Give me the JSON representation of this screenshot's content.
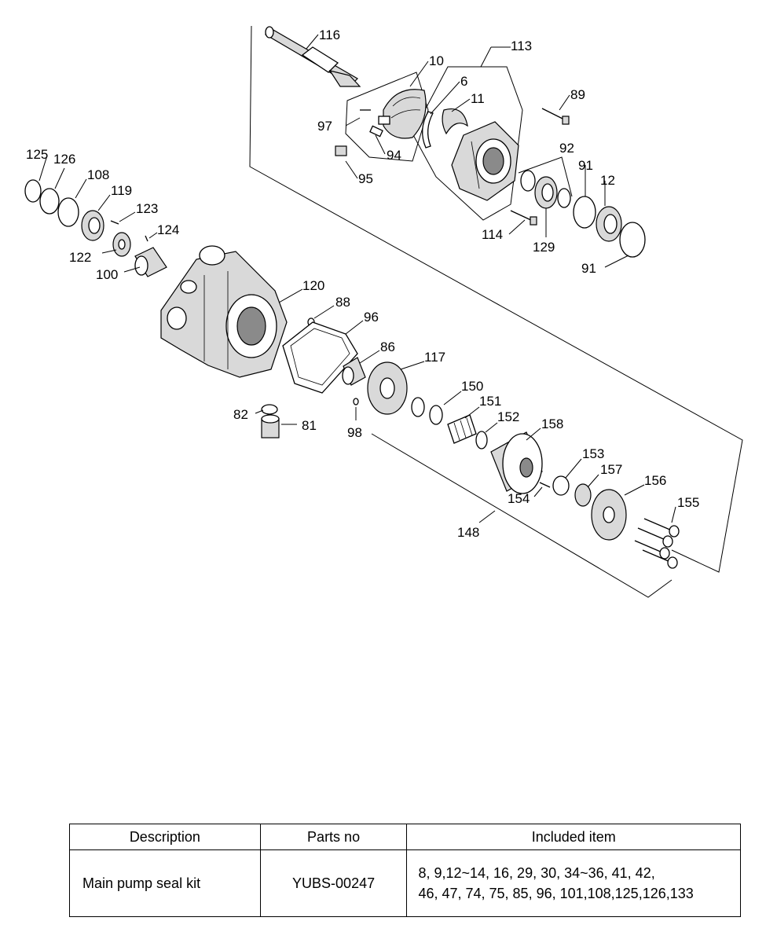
{
  "diagram": {
    "callouts": [
      {
        "id": "c116",
        "label": "116"
      },
      {
        "id": "c10",
        "label": "10"
      },
      {
        "id": "c113",
        "label": "113"
      },
      {
        "id": "c6",
        "label": "6"
      },
      {
        "id": "c11",
        "label": "11"
      },
      {
        "id": "c89",
        "label": "89"
      },
      {
        "id": "c97",
        "label": "97"
      },
      {
        "id": "c94",
        "label": "94"
      },
      {
        "id": "c95",
        "label": "95"
      },
      {
        "id": "c92",
        "label": "92"
      },
      {
        "id": "c91a",
        "label": "91"
      },
      {
        "id": "c12",
        "label": "12"
      },
      {
        "id": "c114",
        "label": "114"
      },
      {
        "id": "c129",
        "label": "129"
      },
      {
        "id": "c91b",
        "label": "91"
      },
      {
        "id": "c125",
        "label": "125"
      },
      {
        "id": "c126",
        "label": "126"
      },
      {
        "id": "c108",
        "label": "108"
      },
      {
        "id": "c119",
        "label": "119"
      },
      {
        "id": "c123",
        "label": "123"
      },
      {
        "id": "c124",
        "label": "124"
      },
      {
        "id": "c122",
        "label": "122"
      },
      {
        "id": "c100",
        "label": "100"
      },
      {
        "id": "c120",
        "label": "120"
      },
      {
        "id": "c88",
        "label": "88"
      },
      {
        "id": "c96",
        "label": "96"
      },
      {
        "id": "c86",
        "label": "86"
      },
      {
        "id": "c117",
        "label": "117"
      },
      {
        "id": "c82",
        "label": "82"
      },
      {
        "id": "c81",
        "label": "81"
      },
      {
        "id": "c98",
        "label": "98"
      },
      {
        "id": "c150",
        "label": "150"
      },
      {
        "id": "c151",
        "label": "151"
      },
      {
        "id": "c152",
        "label": "152"
      },
      {
        "id": "c158",
        "label": "158"
      },
      {
        "id": "c153",
        "label": "153"
      },
      {
        "id": "c157",
        "label": "157"
      },
      {
        "id": "c154",
        "label": "154"
      },
      {
        "id": "c156",
        "label": "156"
      },
      {
        "id": "c155",
        "label": "155"
      },
      {
        "id": "c148",
        "label": "148"
      }
    ]
  },
  "kit_table": {
    "headers": {
      "description": "Description",
      "parts_no": "Parts no",
      "included": "Included item"
    },
    "rows": [
      {
        "description": "Main pump seal kit",
        "parts_no": "YUBS-00247",
        "included_line1": "8, 9,12~14, 16, 29, 30, 34~36, 41, 42,",
        "included_line2": "46, 47, 74, 75, 85, 96, 101,108,125,126,133"
      }
    ]
  }
}
